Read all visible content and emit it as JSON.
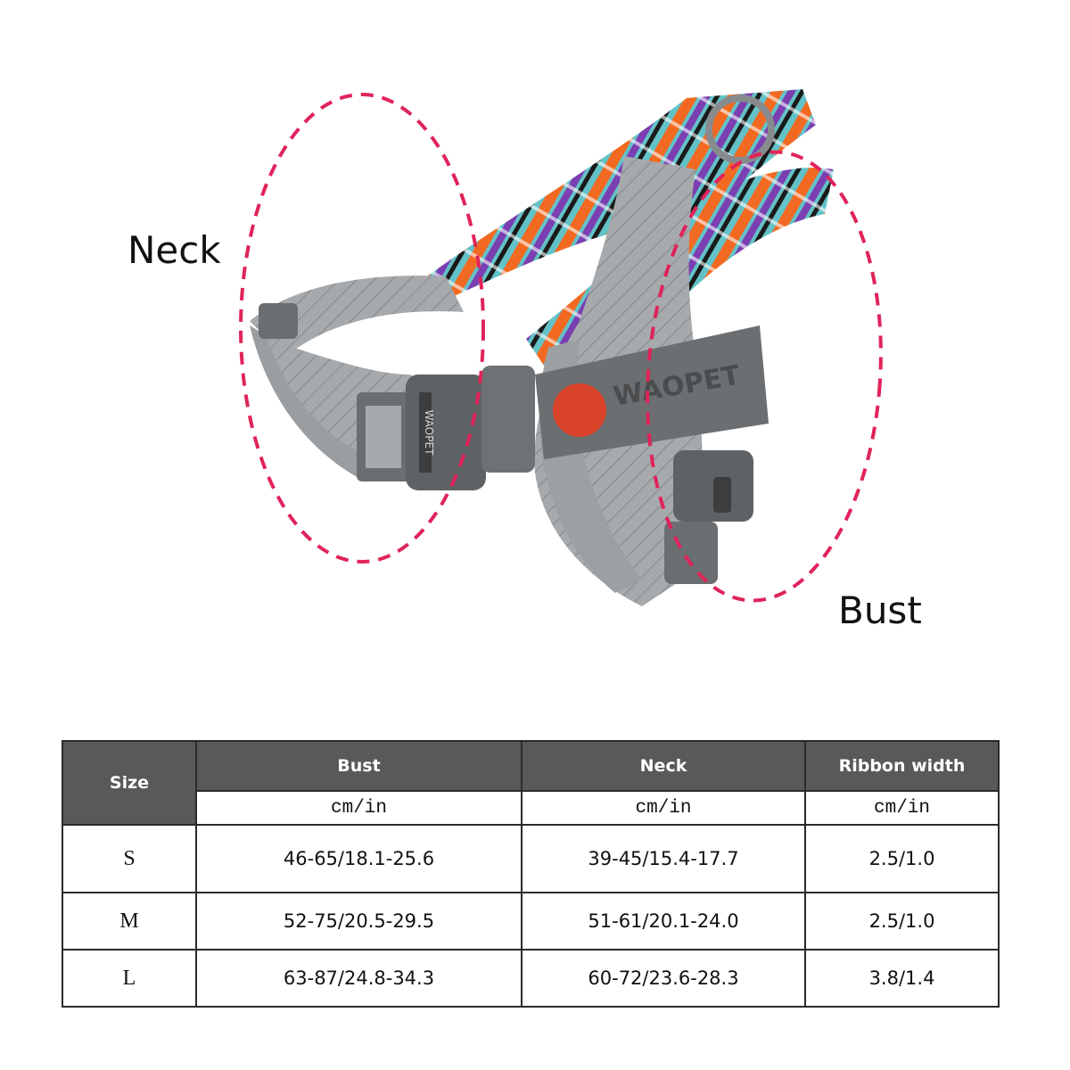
{
  "diagram": {
    "neck_label": "Neck",
    "bust_label": "Bust",
    "brand": "WAOPET",
    "colors": {
      "highlight": "#e0235a",
      "webbing": "#a7aaac",
      "buckle": "#6b6e70",
      "logo_red": "#d9432a",
      "stripe_orange": "#f26a21",
      "stripe_purple": "#7b3fb2",
      "stripe_teal": "#63c2c7"
    }
  },
  "table": {
    "headers": {
      "size": "Size",
      "bust": "Bust",
      "neck": "Neck",
      "ribbon": "Ribbon width"
    },
    "units": {
      "bust": "cm/in",
      "neck": "cm/in",
      "ribbon": "cm/in"
    },
    "rows": [
      {
        "size": "S",
        "bust": "46-65/18.1-25.6",
        "neck": "39-45/15.4-17.7",
        "ribbon": "2.5/1.0"
      },
      {
        "size": "M",
        "bust": "52-75/20.5-29.5",
        "neck": "51-61/20.1-24.0",
        "ribbon": "2.5/1.0"
      },
      {
        "size": "L",
        "bust": "63-87/24.8-34.3",
        "neck": "60-72/23.6-28.3",
        "ribbon": "3.8/1.4"
      }
    ]
  }
}
